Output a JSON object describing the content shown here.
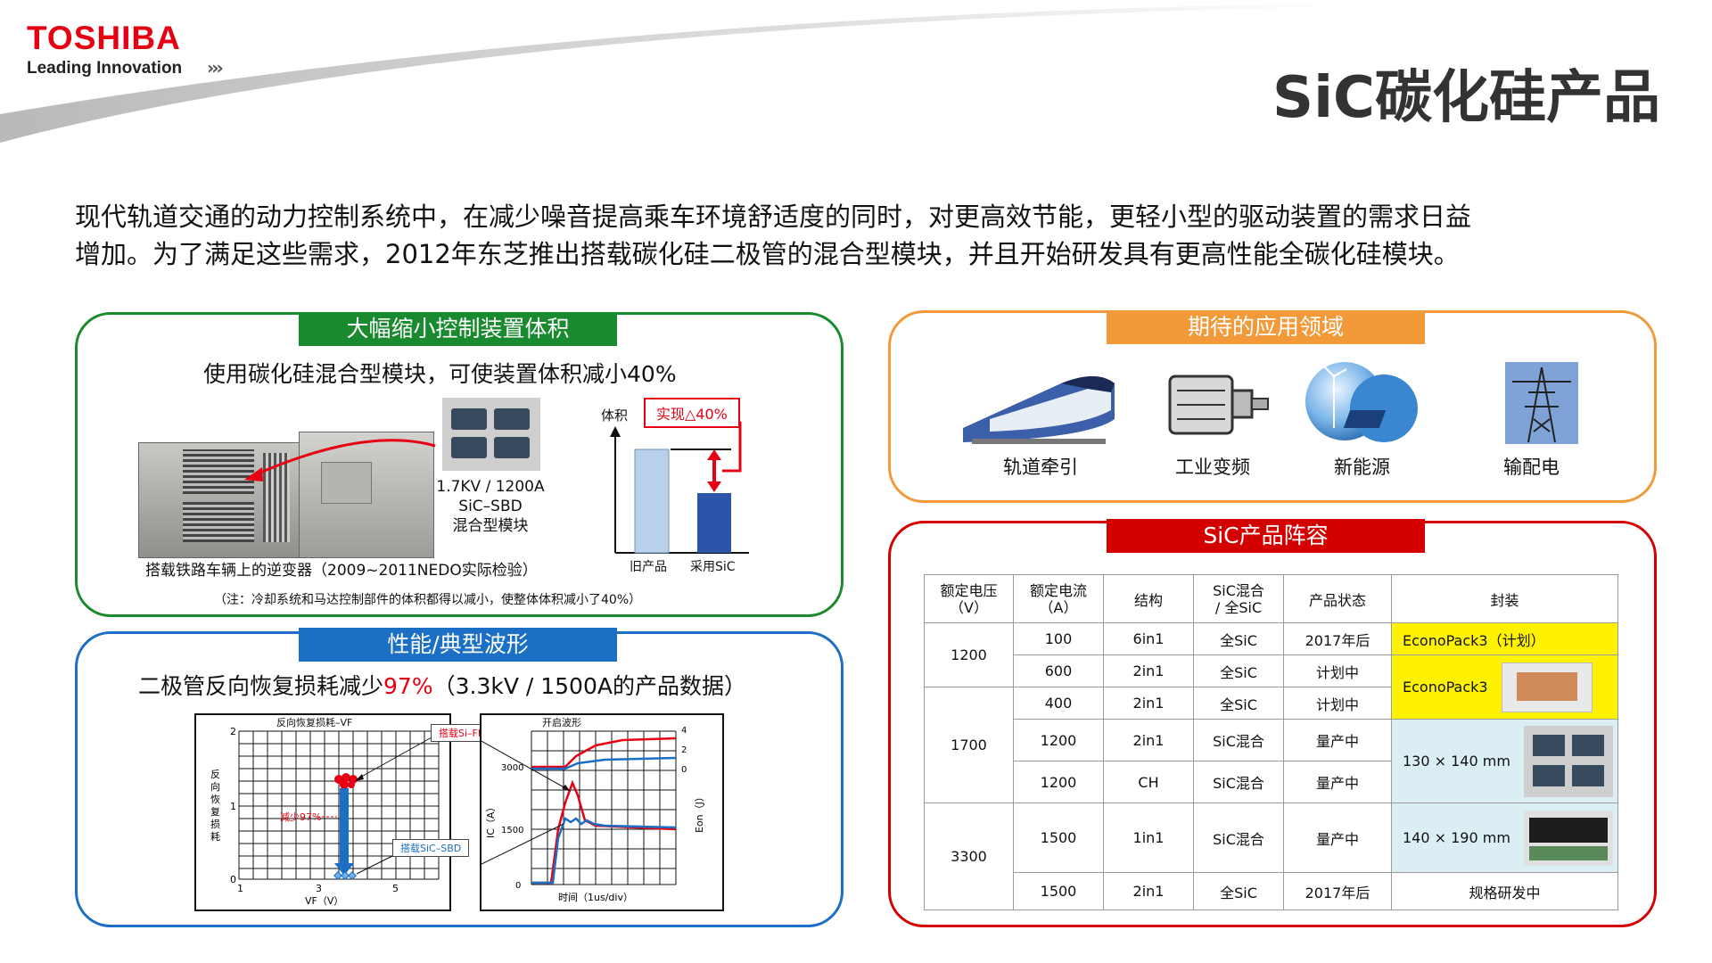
{
  "header": {
    "brand": "TOSHIBA",
    "tagline": "Leading Innovation",
    "tagline_chevrons": "›››",
    "title": "SiC碳化硅产品"
  },
  "intro": {
    "line1": "现代轨道交通的动力控制系统中，在减少噪音提高乘车环境舒适度的同时，对更高效节能，更轻小型的驱动装置的需求日益",
    "line2": "增加。为了满足这些需求，2012年东芝推出搭载碳化硅二极管的混合型模块，并且开始研发具有更高性能全碳化硅模块。"
  },
  "panel_volume": {
    "title": "大幅缩小控制装置体积",
    "subtitle": "使用碳化硅混合型模块，可使装置体积减小40%",
    "module_caption": [
      "1.7KV / 1200A",
      "SiC–SBD",
      "混合型模块"
    ],
    "inverter_caption": "搭载铁路车辆上的逆变器（2009~2011NEDO实际检验）",
    "note": "（注：冷却系统和马达控制部件的体积都得以减小，使整体体积减小了40%）",
    "chart_callout": "实现△40%",
    "chart_ylabel": "体积",
    "chart_categories": [
      "旧产品",
      "采用SiC"
    ]
  },
  "panel_performance": {
    "title": "性能/典型波形",
    "subtitle_prefix": "二极管反向恢复损耗减少",
    "subtitle_highlight": "97%",
    "subtitle_suffix": "（3.3kV / 1500A的产品数据）",
    "left_chart": {
      "title": "反向恢复损耗–VF",
      "ylabel_chars": [
        "反",
        "向",
        "恢",
        "复",
        "损",
        "耗"
      ],
      "xlabel": "VF（V）",
      "x_ticks": [
        "1",
        "3",
        "5"
      ],
      "y_ticks": [
        "0",
        "1",
        "2"
      ],
      "reduction_label": "减少97%",
      "label_frd": "搭载Si–FRD",
      "label_sbd": "搭载SiC–SBD"
    },
    "right_chart": {
      "title": "开启波形",
      "ylabel": "IC（A）",
      "y2label": "Eon（J）",
      "xlabel": "时间（1us/div）",
      "y_ticks": [
        "0",
        "1500",
        "3000"
      ],
      "y2_ticks": [
        "4",
        "2",
        "0"
      ]
    }
  },
  "panel_applications": {
    "title": "期待的应用领域",
    "items": [
      {
        "label": "轨道牵引",
        "icon": "train-icon"
      },
      {
        "label": "工业变频",
        "icon": "motor-icon"
      },
      {
        "label": "新能源",
        "icon": "renewable-icon"
      },
      {
        "label": "输配电",
        "icon": "pylon-icon"
      }
    ]
  },
  "panel_lineup": {
    "title": "SiC产品阵容",
    "headers": [
      "额定电压\n（V）",
      "额定电流\n（A）",
      "结构",
      "SiC混合\n/ 全SiC",
      "产品状态",
      "封装"
    ],
    "voltage_groups": [
      "1200",
      "1700",
      "3300"
    ],
    "rows": [
      {
        "current": "100",
        "structure": "6in1",
        "type": "全SiC",
        "status": "2017年后"
      },
      {
        "current": "600",
        "structure": "2in1",
        "type": "全SiC",
        "status": "计划中"
      },
      {
        "current": "400",
        "structure": "2in1",
        "type": "全SiC",
        "status": "计划中"
      },
      {
        "current": "1200",
        "structure": "2in1",
        "type": "SiC混合",
        "status": "量产中"
      },
      {
        "current": "1200",
        "structure": "CH",
        "type": "SiC混合",
        "status": "量产中"
      },
      {
        "current": "1500",
        "structure": "1in1",
        "type": "SiC混合",
        "status": "量产中"
      },
      {
        "current": "1500",
        "structure": "2in1",
        "type": "全SiC",
        "status": "2017年后"
      }
    ],
    "packages": [
      "EconoPack3（计划）",
      "EconoPack3",
      "130 × 140 mm",
      "140 × 190 mm",
      "规格研发中"
    ]
  },
  "colors": {
    "brand_red": "#e60012",
    "green": "#1a8a2e",
    "blue": "#1b6fc4",
    "orange": "#f2993a",
    "red": "#d40000",
    "yellow": "#fff200",
    "light_blue": "#dbeef4"
  }
}
